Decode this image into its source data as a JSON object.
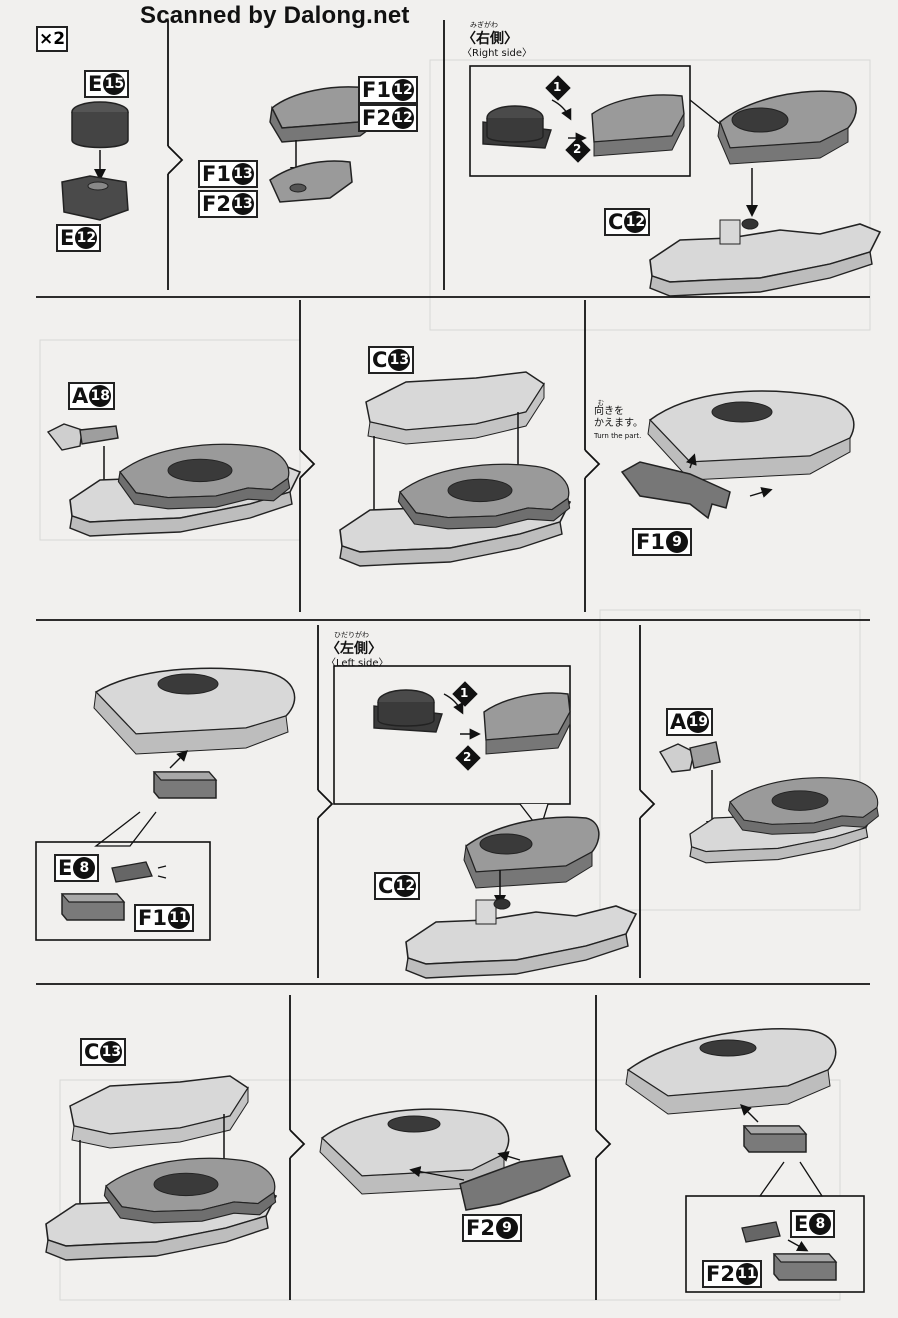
{
  "watermark": "Scanned by Dalong.net",
  "multiplier": "×2",
  "labels": {
    "e15": {
      "letter": "E",
      "num": "15"
    },
    "e12": {
      "letter": "E",
      "num": "12"
    },
    "f1_12": {
      "letter": "F1",
      "num": "12"
    },
    "f2_12": {
      "letter": "F2",
      "num": "12"
    },
    "f1_13": {
      "letter": "F1",
      "num": "13"
    },
    "f2_13": {
      "letter": "F2",
      "num": "13"
    },
    "c12_top": {
      "letter": "C",
      "num": "12"
    },
    "a18": {
      "letter": "A",
      "num": "18"
    },
    "c13_mid": {
      "letter": "C",
      "num": "13"
    },
    "f1_9": {
      "letter": "F1",
      "num": "9"
    },
    "e8_left": {
      "letter": "E",
      "num": "8"
    },
    "f1_11": {
      "letter": "F1",
      "num": "11"
    },
    "c12_mid": {
      "letter": "C",
      "num": "12"
    },
    "a19": {
      "letter": "A",
      "num": "19"
    },
    "c13_bot": {
      "letter": "C",
      "num": "13"
    },
    "f2_9": {
      "letter": "F2",
      "num": "9"
    },
    "e8_right": {
      "letter": "E",
      "num": "8"
    },
    "f2_11": {
      "letter": "F2",
      "num": "11"
    }
  },
  "right_side": {
    "ruby": "みぎがわ",
    "jp": "〈右側〉",
    "en": "〈Right side〉"
  },
  "left_side": {
    "ruby": "ひだりがわ",
    "jp": "〈左側〉",
    "en": "〈Left side〉"
  },
  "turn": {
    "ruby": "む",
    "jp_line1": "向きを",
    "jp_line2": "かえます。",
    "en": "Turn the part."
  },
  "step_numbers": {
    "one": "1",
    "two": "2"
  }
}
